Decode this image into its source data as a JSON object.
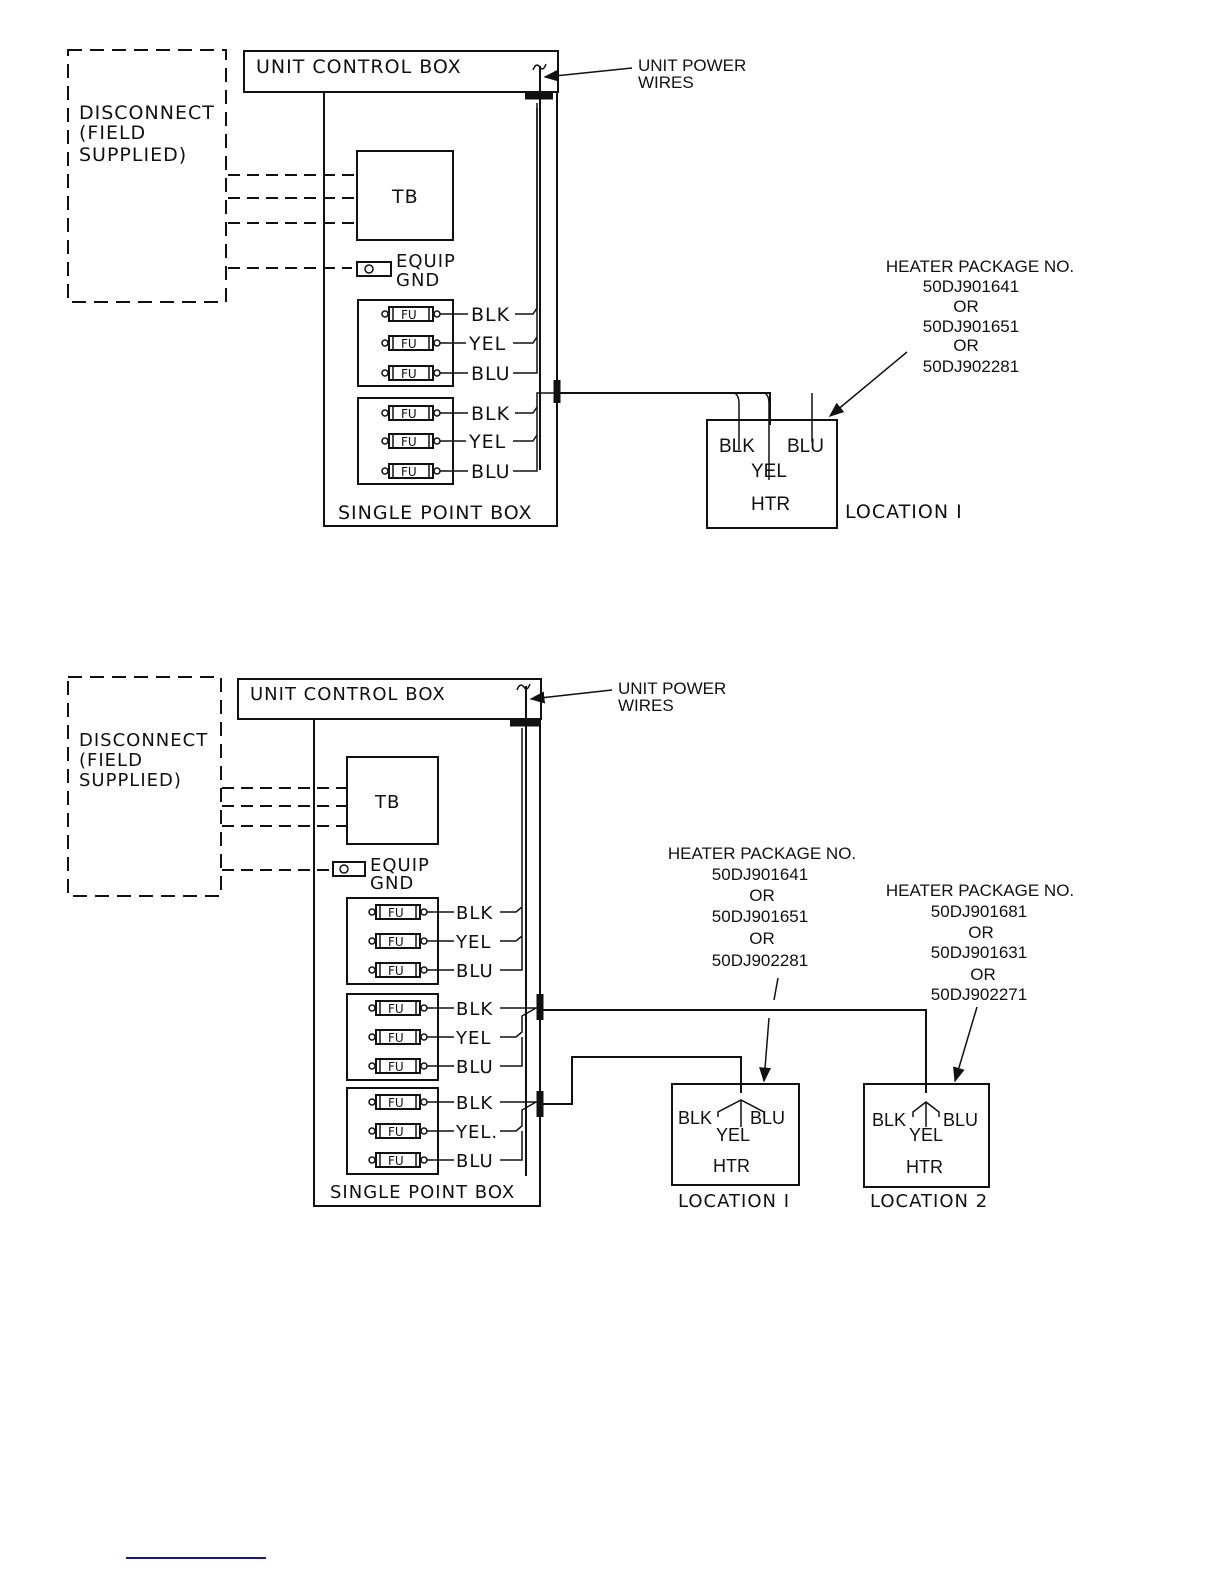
{
  "diagrams": [
    {
      "id": "single-location",
      "disconnect_label": [
        "DISCONNECT",
        "(FIELD",
        "SUPPLIED)"
      ],
      "unit_control_box": "UNIT CONTROL BOX",
      "unit_power_wires": [
        "UNIT POWER",
        "WIRES"
      ],
      "terminal_block": "TB",
      "equip_gnd": [
        "EQUIP",
        "GND"
      ],
      "fuse_label": "FU",
      "fuse_groups": [
        {
          "wires": [
            "BLK",
            "YEL",
            "BLU"
          ]
        },
        {
          "wires": [
            "BLK",
            "YEL",
            "BLU"
          ]
        }
      ],
      "single_point_box": "SINGLE POINT BOX",
      "heaters": [
        {
          "package_title": "HEATER PACKAGE NO.",
          "package_options": [
            "50DJ901641",
            "OR",
            "50DJ901651",
            "OR",
            "50DJ902281"
          ],
          "wires": [
            "BLK",
            "YEL",
            "BLU"
          ],
          "label": "HTR",
          "location": "LOCATION I"
        }
      ]
    },
    {
      "id": "two-locations",
      "disconnect_label": [
        "DISCONNECT",
        "(FIELD",
        "SUPPLIED)"
      ],
      "unit_control_box": "UNIT CONTROL BOX",
      "unit_power_wires": [
        "UNIT POWER",
        "WIRES"
      ],
      "terminal_block": "TB",
      "equip_gnd": [
        "EQUIP",
        "GND"
      ],
      "fuse_label": "FU",
      "fuse_groups": [
        {
          "wires": [
            "BLK",
            "YEL",
            "BLU"
          ]
        },
        {
          "wires": [
            "BLK",
            "YEL",
            "BLU"
          ]
        },
        {
          "wires": [
            "BLK",
            "YEL.",
            "BLU"
          ]
        }
      ],
      "single_point_box": "SINGLE POINT BOX",
      "heaters": [
        {
          "package_title": "HEATER PACKAGE NO.",
          "package_options": [
            "50DJ901641",
            "OR",
            "50DJ901651",
            "OR",
            "50DJ902281"
          ],
          "wires": [
            "BLK",
            "YEL",
            "BLU"
          ],
          "label": "HTR",
          "location": "LOCATION I"
        },
        {
          "package_title": "HEATER PACKAGE NO.",
          "package_options": [
            "50DJ901681",
            "OR",
            "50DJ901631",
            "OR",
            "50DJ902271"
          ],
          "wires": [
            "BLK",
            "YEL",
            "BLU"
          ],
          "label": "HTR",
          "location": "LOCATION 2"
        }
      ]
    }
  ],
  "colors": {
    "ink": "#111111",
    "footnote_rule": "#1a1a7a"
  }
}
